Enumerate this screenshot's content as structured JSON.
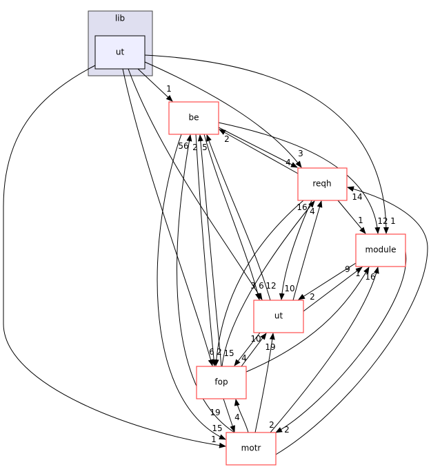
{
  "cluster": {
    "label": "lib",
    "fill": "#dfdff0"
  },
  "nodes": {
    "lib_ut": "ut",
    "be": "be",
    "reqh": "reqh",
    "module": "module",
    "ut": "ut",
    "fop": "fop",
    "motr": "motr"
  },
  "colors": {
    "node_border": "#ff4b4b",
    "selected_fill": "#eeeeff"
  },
  "edge_labels": [
    "1",
    "56",
    "2",
    "5",
    "2",
    "3",
    "4",
    "16",
    "4",
    "14",
    "1",
    "12",
    "1",
    "9",
    "1",
    "16",
    "2",
    "3",
    "6",
    "12",
    "10",
    "10",
    "19",
    "6",
    "2",
    "15",
    "4",
    "19",
    "4",
    "15",
    "1",
    "2",
    "2"
  ]
}
